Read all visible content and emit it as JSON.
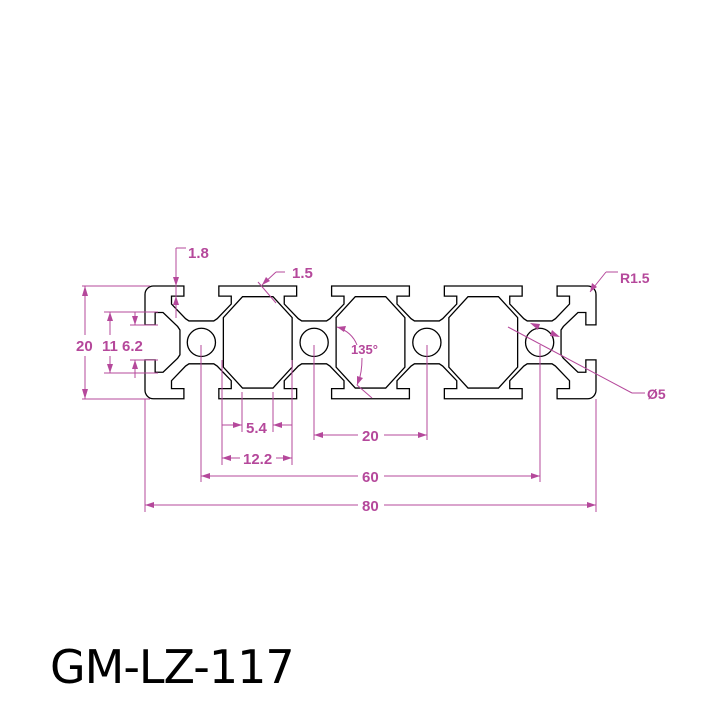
{
  "drawing": {
    "part_number": "GM-LZ-117",
    "colors": {
      "outline": "#000000",
      "dimension": "#b5489b"
    },
    "profile": {
      "width_mm": 80,
      "height_mm": 20,
      "cells": 4,
      "slot_opening_mm": 6.2,
      "hole_diameter_mm": 5
    },
    "dimensions": {
      "wall": "1.8",
      "chamfer": "1.5",
      "height": "20",
      "inner_slot": "11",
      "slot_opening": "6.2",
      "cavity_flat": "5.4",
      "cavity_width": "12.2",
      "pitch": "20",
      "hole_span": "60",
      "total_width": "80",
      "angle": "135°",
      "corner_radius": "R1.5",
      "hole": "Ø5"
    }
  }
}
